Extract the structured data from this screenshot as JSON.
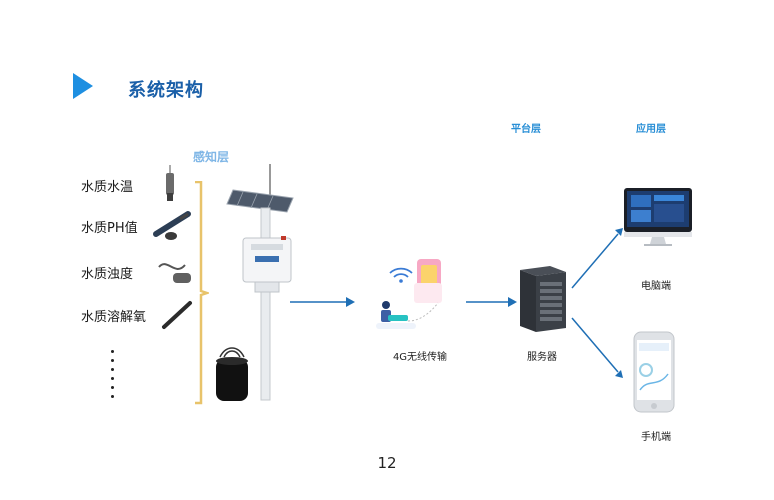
{
  "header": {
    "title": "系统架构",
    "accent_color": "#1e8fe1",
    "title_color": "#1a5fa8"
  },
  "layers": {
    "perception": "感知层",
    "platform": "平台层",
    "application": "应用层"
  },
  "sensors": {
    "items": [
      {
        "label": "水质水温",
        "icon": "temperature-probe-icon"
      },
      {
        "label": "水质PH值",
        "icon": "ph-probe-icon"
      },
      {
        "label": "水质浊度",
        "icon": "turbidity-probe-icon"
      },
      {
        "label": "水质溶解氧",
        "icon": "dissolved-oxygen-probe-icon"
      }
    ]
  },
  "nodes": {
    "wireless": "4G无线传输",
    "server": "服务器",
    "computer": "电脑端",
    "phone": "手机端"
  },
  "footer": {
    "page_number": "12"
  },
  "colors": {
    "arrow": "#1f6fb5",
    "bracket": "#e8c36a"
  }
}
